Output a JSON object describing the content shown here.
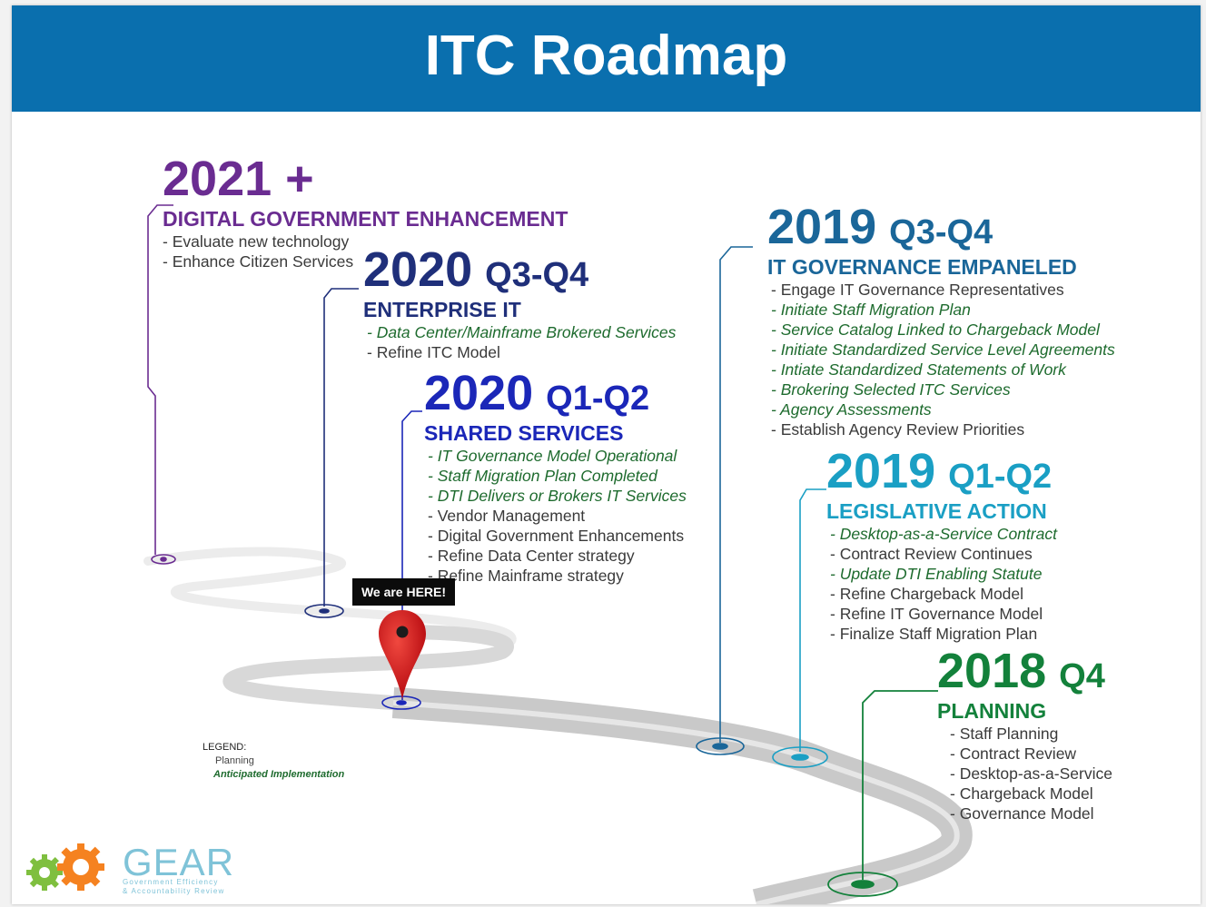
{
  "title": "ITC Roadmap",
  "here_label": "We are HERE!",
  "legend": {
    "title": "LEGEND:",
    "planning": "Planning",
    "implementation": "Anticipated Implementation"
  },
  "logo": {
    "name": "GEAR",
    "tagline_1": "Government Efficiency",
    "tagline_2": "& Accountability Review"
  },
  "colors": {
    "header": "#0a6fae",
    "milestone_2021": "#6a2c91",
    "milestone_2020_q3q4": "#1f2f7a",
    "milestone_2020_q1q2": "#1b27b8",
    "milestone_2019_q3q4": "#1a6699",
    "milestone_2019_q1q2": "#1a9fc4",
    "milestone_2018_q4": "#13813b",
    "road": "#c9c9c9",
    "pin": "#d0171b"
  },
  "milestones": [
    {
      "year": "2021 +",
      "quarter": "",
      "heading": "DIGITAL GOVERNMENT ENHANCEMENT",
      "items": [
        {
          "text": "- Evaluate new technology",
          "type": "planning"
        },
        {
          "text": "- Enhance Citizen Services",
          "type": "planning"
        }
      ]
    },
    {
      "year": "2020",
      "quarter": "Q3-Q4",
      "heading": "ENTERPRISE IT",
      "items": [
        {
          "text": "- Data Center/Mainframe Brokered Services",
          "type": "implementation"
        },
        {
          "text": "- Refine ITC Model",
          "type": "planning"
        }
      ]
    },
    {
      "year": "2020",
      "quarter": "Q1-Q2",
      "heading": "SHARED SERVICES",
      "items": [
        {
          "text": "- IT Governance Model Operational",
          "type": "implementation"
        },
        {
          "text": "- Staff Migration Plan Completed",
          "type": "implementation"
        },
        {
          "text": "- DTI Delivers or Brokers IT Services",
          "type": "implementation"
        },
        {
          "text": "- Vendor Management",
          "type": "planning"
        },
        {
          "text": "- Digital Government Enhancements",
          "type": "planning"
        },
        {
          "text": "- Refine Data Center strategy",
          "type": "planning"
        },
        {
          "text": "- Refine Mainframe strategy",
          "type": "planning"
        }
      ]
    },
    {
      "year": "2019",
      "quarter": "Q3-Q4",
      "heading": "IT GOVERNANCE EMPANELED",
      "items": [
        {
          "text": "- Engage IT Governance Representatives",
          "type": "planning"
        },
        {
          "text": "- Initiate Staff Migration Plan",
          "type": "implementation"
        },
        {
          "text": "- Service Catalog Linked to Chargeback Model",
          "type": "implementation"
        },
        {
          "text": "- Initiate Standardized Service Level Agreements",
          "type": "implementation"
        },
        {
          "text": "- Intiate Standardized Statements of Work",
          "type": "implementation"
        },
        {
          "text": "- Brokering Selected ITC Services",
          "type": "implementation"
        },
        {
          "text": "- Agency Assessments",
          "type": "implementation"
        },
        {
          "text": "- Establish Agency Review Priorities",
          "type": "planning"
        }
      ]
    },
    {
      "year": "2019",
      "quarter": "Q1-Q2",
      "heading": "LEGISLATIVE ACTION",
      "items": [
        {
          "text": "- Desktop-as-a-Service Contract",
          "type": "implementation"
        },
        {
          "text": "- Contract Review Continues",
          "type": "planning"
        },
        {
          "text": "- Update DTI Enabling Statute",
          "type": "implementation"
        },
        {
          "text": "- Refine Chargeback Model",
          "type": "planning"
        },
        {
          "text": "- Refine IT Governance Model",
          "type": "planning"
        },
        {
          "text": "- Finalize Staff Migration Plan",
          "type": "planning"
        }
      ]
    },
    {
      "year": "2018",
      "quarter": "Q4",
      "heading": "PLANNING",
      "items": [
        {
          "text": "- Staff Planning",
          "type": "planning"
        },
        {
          "text": "- Contract Review",
          "type": "planning"
        },
        {
          "text": "- Desktop-as-a-Service",
          "type": "planning"
        },
        {
          "text": "- Chargeback Model",
          "type": "planning"
        },
        {
          "text": "- Governance Model",
          "type": "planning"
        }
      ]
    }
  ]
}
